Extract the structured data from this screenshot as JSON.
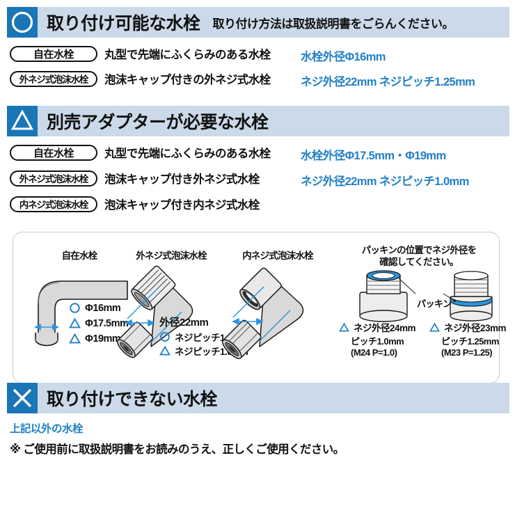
{
  "colors": {
    "badge_blue": "#1a76b6",
    "header_bar": "#cbd9e9",
    "accent_blue": "#2180c6",
    "panel_border": "#c9c9c9",
    "metal_gray": "#d9d9d9"
  },
  "section_compatible": {
    "icon": "circle-icon",
    "title": "取り付け可能な水栓",
    "subtitle": "取り付け方法は取扱説明書をごらんください。",
    "rows": [
      {
        "pill": "自在水栓",
        "description": "丸型で先端にふくらみのある水栓",
        "spec": "水栓外径Φ16mm"
      },
      {
        "pill": "外ネジ式泡沫水栓",
        "description": "泡沫キャップ付きの外ネジ式水栓",
        "spec": "ネジ外径22mm ネジピッチ1.25mm"
      }
    ]
  },
  "section_adapter": {
    "icon": "triangle-icon",
    "title": "別売アダプターが必要な水栓",
    "rows": [
      {
        "pill": "自在水栓",
        "description": "丸型で先端にふくらみのある水栓",
        "spec": "水栓外径Φ17.5mm・Φ19mm"
      },
      {
        "pill": "外ネジ式泡沫水栓",
        "description": "泡沫キャップ付き外ネジ式水栓",
        "spec": "ネジ外径22mm ネジピッチ1.0mm"
      },
      {
        "pill": "内ネジ式泡沫水栓",
        "description": "泡沫キャップ付き内ネジ式水栓",
        "spec": ""
      }
    ]
  },
  "illustration_panel": {
    "captions": {
      "jizai": "自在水栓",
      "sotoneji": "外ネジ式泡沫水栓",
      "uchineji": "内ネジ式泡沫水栓",
      "packing_line1": "パッキンの位置でネジ外径を",
      "packing_line2": "確認してください。"
    },
    "jizai_specs": [
      {
        "marker": "circle",
        "text": "Φ16mm"
      },
      {
        "marker": "triangle",
        "text": "Φ17.5mm"
      },
      {
        "marker": "triangle",
        "text": "Φ19mm"
      }
    ],
    "sotoneji_specs": {
      "heading": "外径22mm",
      "items": [
        {
          "marker": "circle",
          "text": "ネジピッチ1.25"
        },
        {
          "marker": "triangle",
          "text": "ネジピッチ1.0mm"
        }
      ]
    },
    "packing_label": "パッキン",
    "packing_specs": [
      {
        "marker": "triangle",
        "line1": "ネジ外径24mm",
        "line2": "ピッチ1.0mm",
        "line3": "(M24 P=1.0)"
      },
      {
        "marker": "triangle",
        "line1": "ネジ外径23mm",
        "line2": "ピッチ1.25mm",
        "line3": "(M23 P=1.25)"
      }
    ]
  },
  "section_incompatible": {
    "icon": "cross-icon",
    "title": "取り付けできない水栓",
    "note_blue": "上記以外の水栓",
    "note_black": "※ ご使用前に取扱説明書をお読みのうえ、正しくご使用ください。"
  }
}
